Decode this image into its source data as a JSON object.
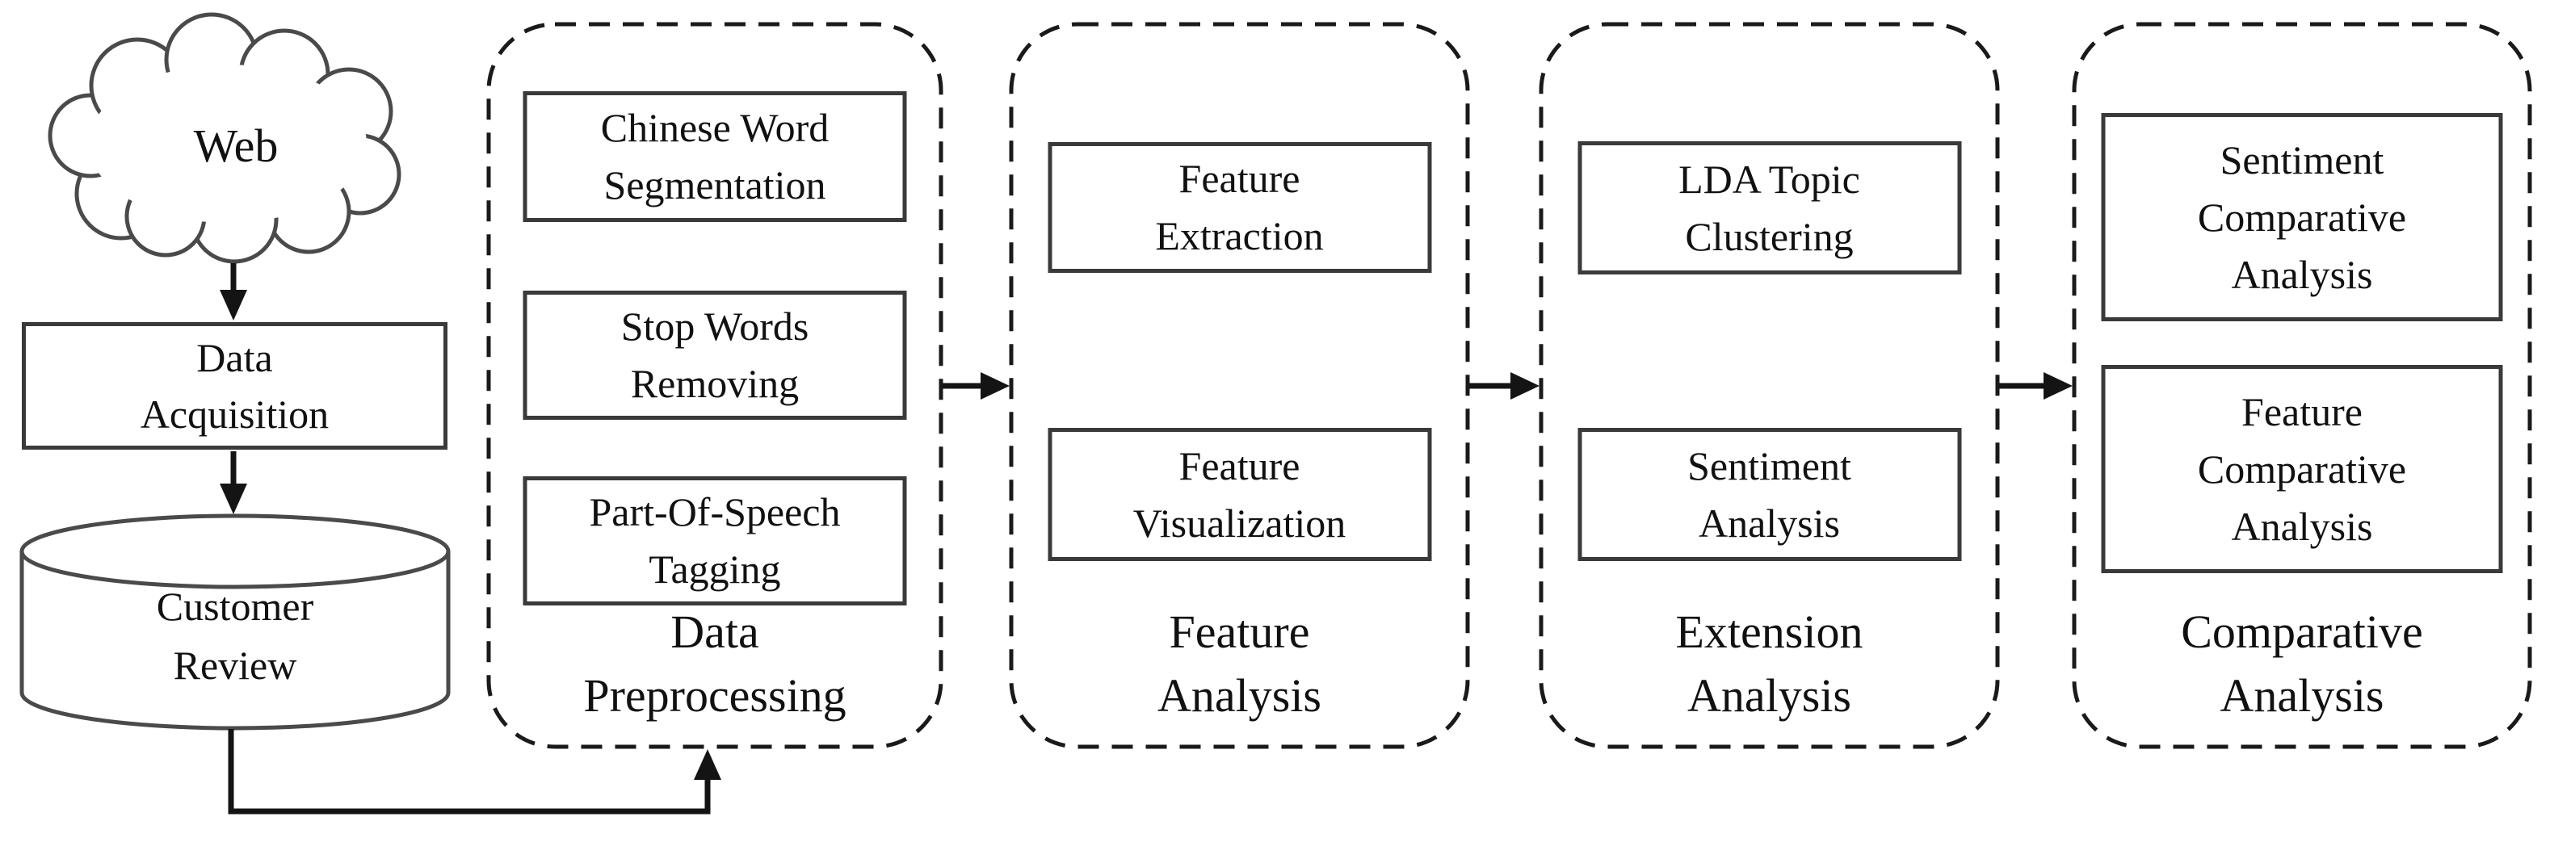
{
  "left_flow": {
    "cloud_label": "Web",
    "data_acquisition": "Data\nAcquisition",
    "customer_review": "Customer\nReview"
  },
  "stages": [
    {
      "label": "Data\nPreprocessing",
      "boxes": [
        "Chinese Word\nSegmentation",
        "Stop Words\nRemoving",
        "Part-Of-Speech\nTagging"
      ]
    },
    {
      "label": "Feature\nAnalysis",
      "boxes": [
        "Feature\nExtraction",
        "Feature\nVisualization"
      ]
    },
    {
      "label": "Extension\nAnalysis",
      "boxes": [
        "LDA Topic\nClustering",
        "Sentiment\nAnalysis"
      ]
    },
    {
      "label": "Comparative\nAnalysis",
      "boxes": [
        "Sentiment\nComparative\nAnalysis",
        "Feature\nComparative\nAnalysis"
      ]
    }
  ],
  "colors": {
    "background": "#ffffff",
    "ink": "#141414",
    "box_border": "#3a3a3a",
    "shape_stroke": "#4a4a4a"
  }
}
